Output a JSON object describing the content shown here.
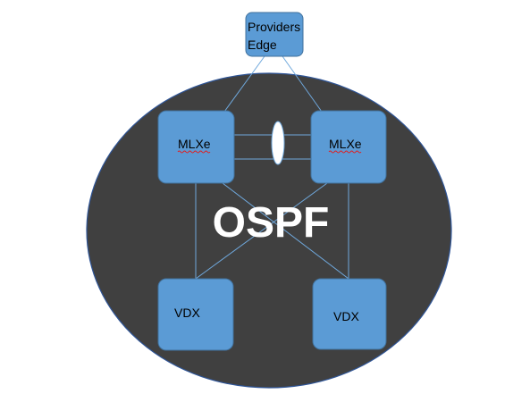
{
  "diagram": {
    "center_label": "OSPF",
    "colors": {
      "domain_fill": "#404040",
      "domain_stroke": "#2f5597",
      "node_fill": "#5b9bd5",
      "node_stroke": "#41719c",
      "link_stroke": "#6fa8dc",
      "lag_fill": "#ffffff",
      "label_text": "#000000",
      "center_text": "#ffffff"
    },
    "nodes": {
      "providers_edge": {
        "line1": "Providers",
        "line2": "Edge"
      },
      "mlxe_left": {
        "label": "MLXe"
      },
      "mlxe_right": {
        "label": "MLXe"
      },
      "vdx_left": {
        "label": "VDX"
      },
      "vdx_right": {
        "label": "VDX"
      }
    }
  }
}
